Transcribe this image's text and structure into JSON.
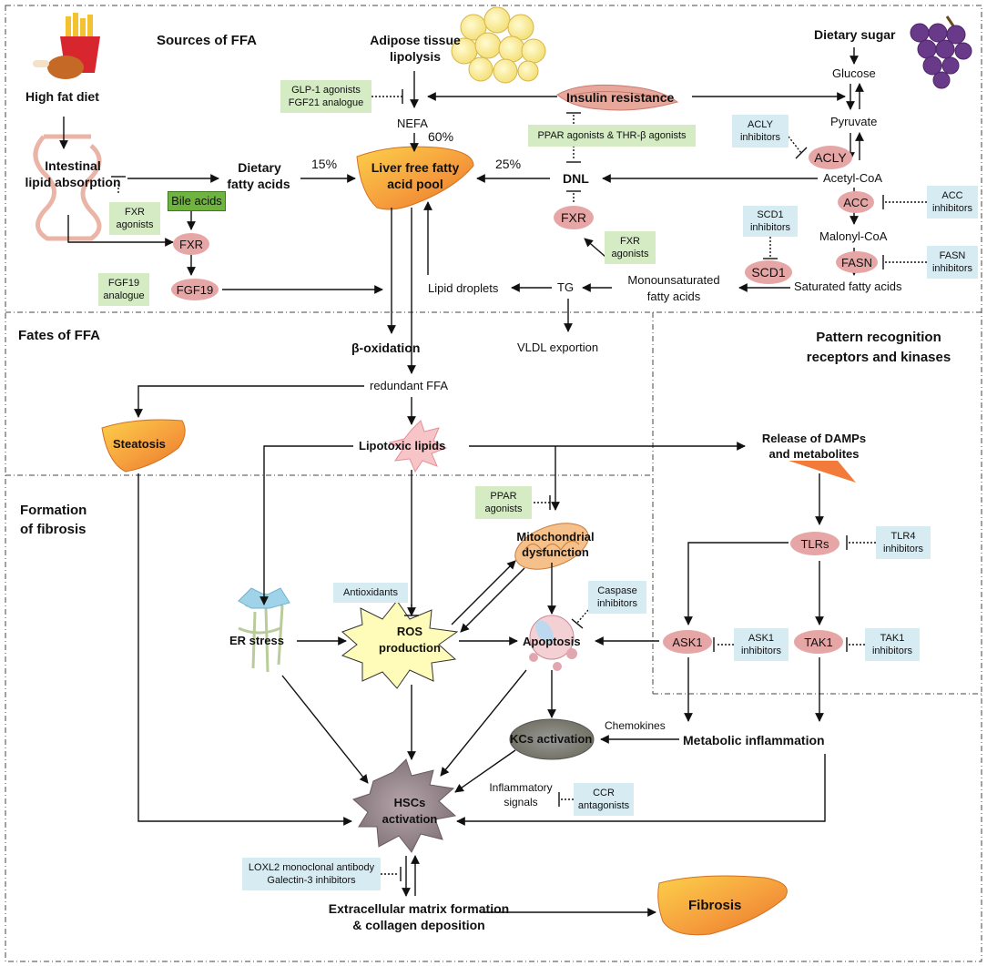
{
  "sections": {
    "sources": "Sources  of  FFA",
    "fates": "Fates  of  FFA",
    "prr_line1": "Pattern recognition",
    "prr_line2": "receptors and kinases",
    "fibrosis_line1": "Formation",
    "fibrosis_line2": "of fibrosis"
  },
  "nodes": {
    "high_fat_diet": "High fat diet",
    "intestinal_line1": "Intestinal",
    "intestinal_line2": "lipid absorption",
    "dietary_fa_line1": "Dietary",
    "dietary_fa_line2": "fatty acids",
    "adipose_line1": "Adipose tissue",
    "adipose_line2": "lipolysis",
    "nefa": "NEFA",
    "insulin_resistance": "Insulin resistance",
    "liver_pool_line1": "Liver free fatty",
    "liver_pool_line2": "acid pool",
    "pct_60": "60%",
    "pct_15": "15%",
    "pct_25": "25%",
    "dnl": "DNL",
    "dietary_sugar": "Dietary sugar",
    "glucose": "Glucose",
    "pyruvate": "Pyruvate",
    "acetyl_coa": "Acetyl-CoA",
    "malonyl_coa": "Malonyl-CoA",
    "saturated_fa": "Saturated fatty acids",
    "mufa_line1": "Monounsaturated",
    "mufa_line2": "fatty acids",
    "tg": "TG",
    "lipid_droplets": "Lipid droplets",
    "vldl": "VLDL  exportion",
    "beta_oxidation": "β-oxidation",
    "redundant_ffa": "redundant FFA",
    "steatosis": "Steatosis",
    "lipotoxic": "Lipotoxic lipids",
    "release_line1": "Release of DAMPs",
    "release_line2": "and metabolites",
    "mito_line1": "Mitochondrial",
    "mito_line2": "dysfunction",
    "er_stress": "ER stress",
    "ros_line1": "ROS",
    "ros_line2": "production",
    "apoptosis": "Apoptosis",
    "chemokines": "Chemokines",
    "kcs": "KCs activation",
    "metabolic_inflammation": "Metabolic inflammation",
    "inflammatory_line1": "Inflammatory",
    "inflammatory_line2": "signals",
    "hscs_line1": "HSCs",
    "hscs_line2": "activation",
    "ecm_line1": "Extracellular matrix formation",
    "ecm_line2": "& collagen deposition",
    "fibrosis": "Fibrosis"
  },
  "pills": {
    "fxr": "FXR",
    "fgf19": "FGF19",
    "fxr_dnl": "FXR",
    "acly": "ACLY",
    "acc": "ACC",
    "fasn": "FASN",
    "scd1": "SCD1",
    "tlrs": "TLRs",
    "ask1": "ASK1",
    "tak1": "TAK1"
  },
  "drugs": {
    "glp1_line1": "GLP-1 agonists",
    "glp1_line2": "FGF21 analogue",
    "ppar_thr": "PPAR agonists  &  THR-β agonists",
    "acly_inh_line1": "ACLY",
    "acly_inh_line2": "inhibitors",
    "acc_inh_line1": "ACC",
    "acc_inh_line2": "inhibitors",
    "scd1_inh_line1": "SCD1",
    "scd1_inh_line2": "inhibitors",
    "fasn_inh_line1": "FASN",
    "fasn_inh_line2": "inhibitors",
    "fxr_ag1_line1": "FXR",
    "fxr_ag1_line2": "agonists",
    "bile_acids": "Bile acids",
    "fgf19_an_line1": "FGF19",
    "fgf19_an_line2": "analogue",
    "fxr_ag2_line1": "FXR",
    "fxr_ag2_line2": "agonists",
    "ppar_line1": "PPAR",
    "ppar_line2": "agonists",
    "antioxidants": "Antioxidants",
    "caspase_line1": "Caspase",
    "caspase_line2": "inhibitors",
    "tlr4_line1": "TLR4",
    "tlr4_line2": "inhibitors",
    "ask1_inh_line1": "ASK1",
    "ask1_inh_line2": "inhibitors",
    "tak1_inh_line1": "TAK1",
    "tak1_inh_line2": "inhibitors",
    "ccr_line1": "CCR",
    "ccr_line2": "antagonists",
    "loxl2_line1": "LOXL2 monoclonal antibody",
    "loxl2_line2": "Galectin-3 inhibitors"
  },
  "colors": {
    "drug_green": "#d4ebc4",
    "drug_blue": "#d7ebf2",
    "pill_pink": "#e6a6a6",
    "liver_orange": "#f59a3c",
    "bile_green": "#6fb43f"
  }
}
